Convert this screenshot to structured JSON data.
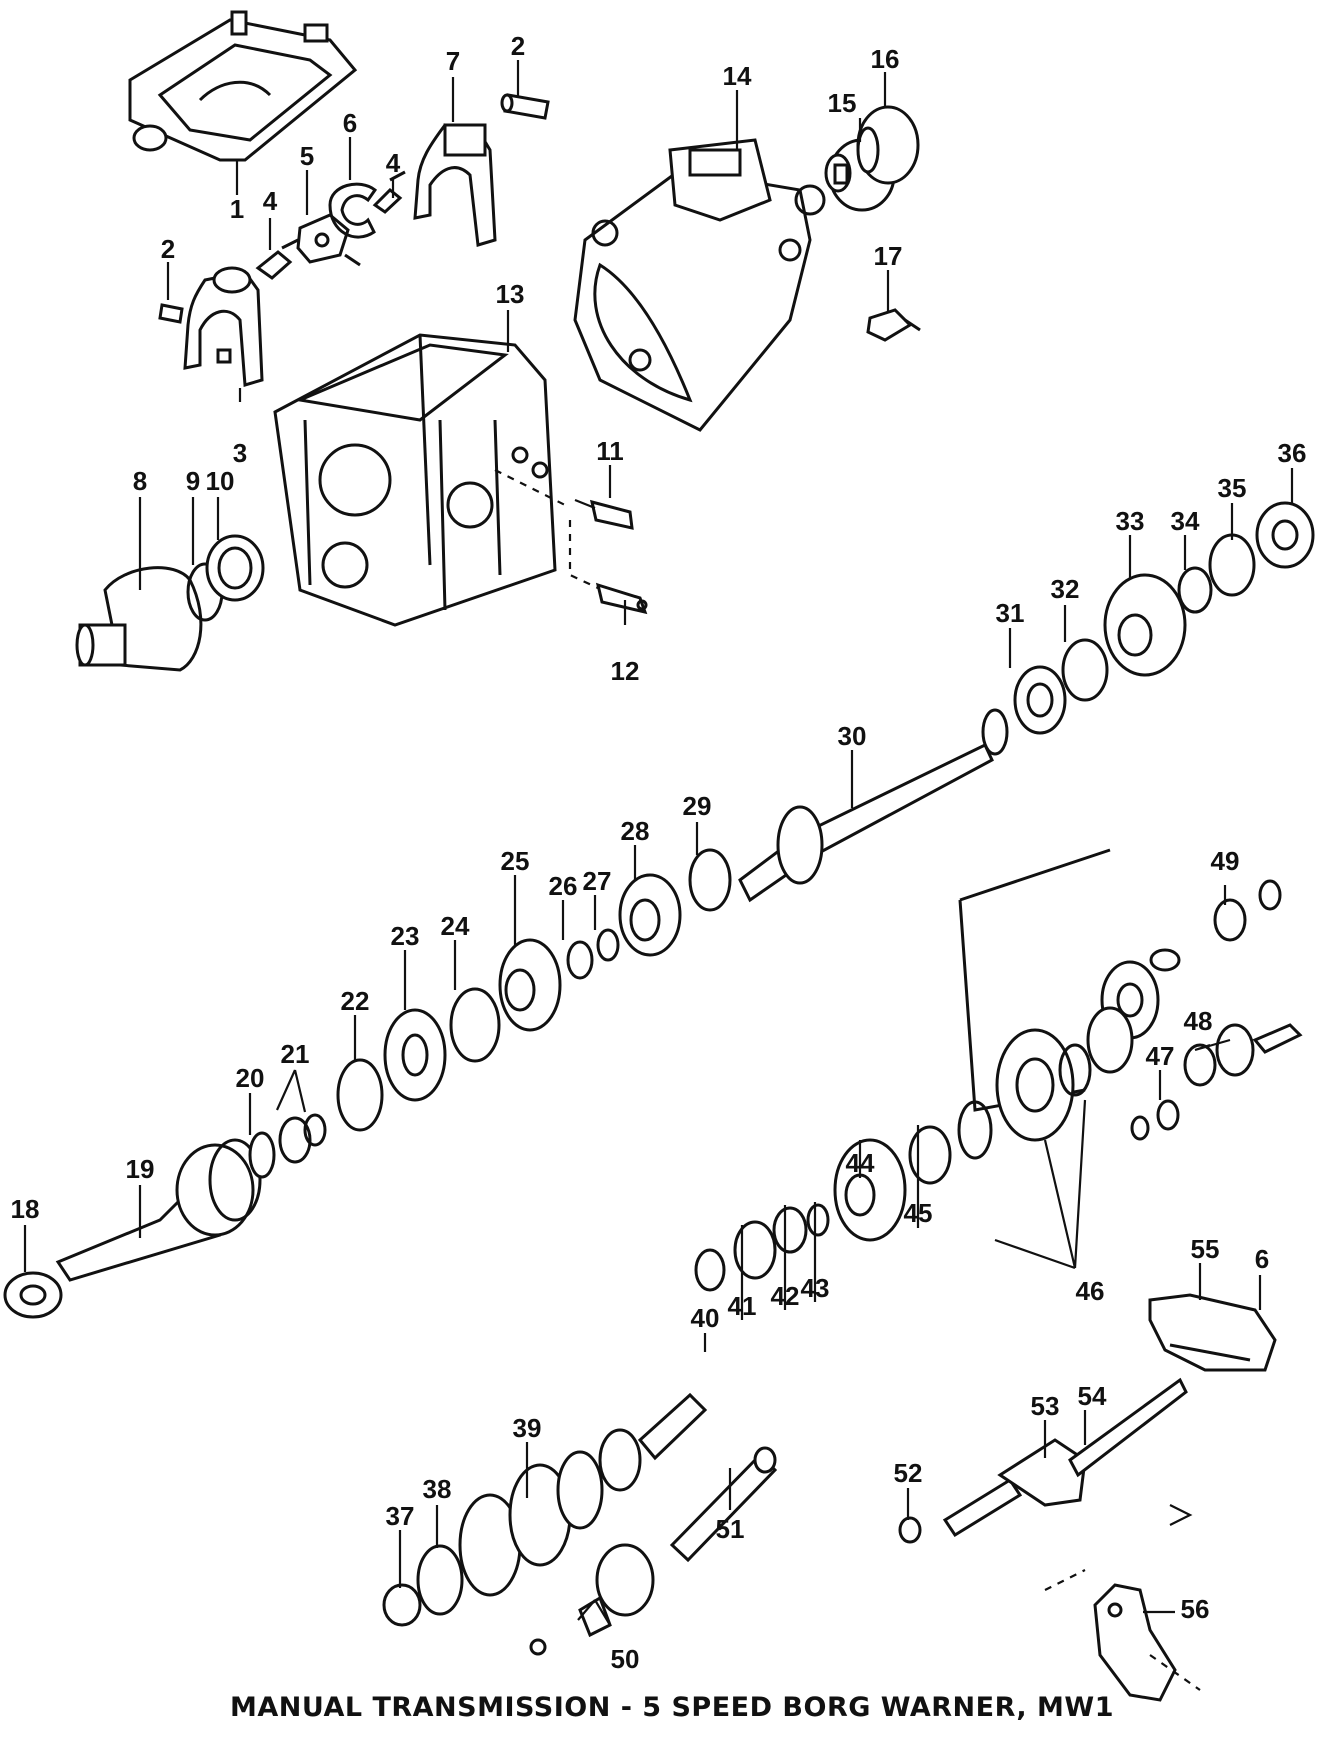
{
  "caption": "MANUAL TRANSMISSION - 5 SPEED BORG WARNER, MW1",
  "callout_labels": [
    "1",
    "2",
    "2",
    "3",
    "4",
    "4",
    "5",
    "6",
    "7",
    "8",
    "9",
    "10",
    "11",
    "12",
    "13",
    "14",
    "15",
    "16",
    "17",
    "18",
    "19",
    "20",
    "21",
    "22",
    "23",
    "24",
    "25",
    "26",
    "27",
    "28",
    "29",
    "30",
    "31",
    "32",
    "33",
    "34",
    "35",
    "36",
    "37",
    "38",
    "39",
    "40",
    "41",
    "42",
    "43",
    "44",
    "45",
    "46",
    "47",
    "48",
    "49",
    "50",
    "51",
    "52",
    "53",
    "54",
    "55",
    "6",
    "56"
  ],
  "colors": {
    "ink": "#111111",
    "paper": "#ffffff"
  }
}
